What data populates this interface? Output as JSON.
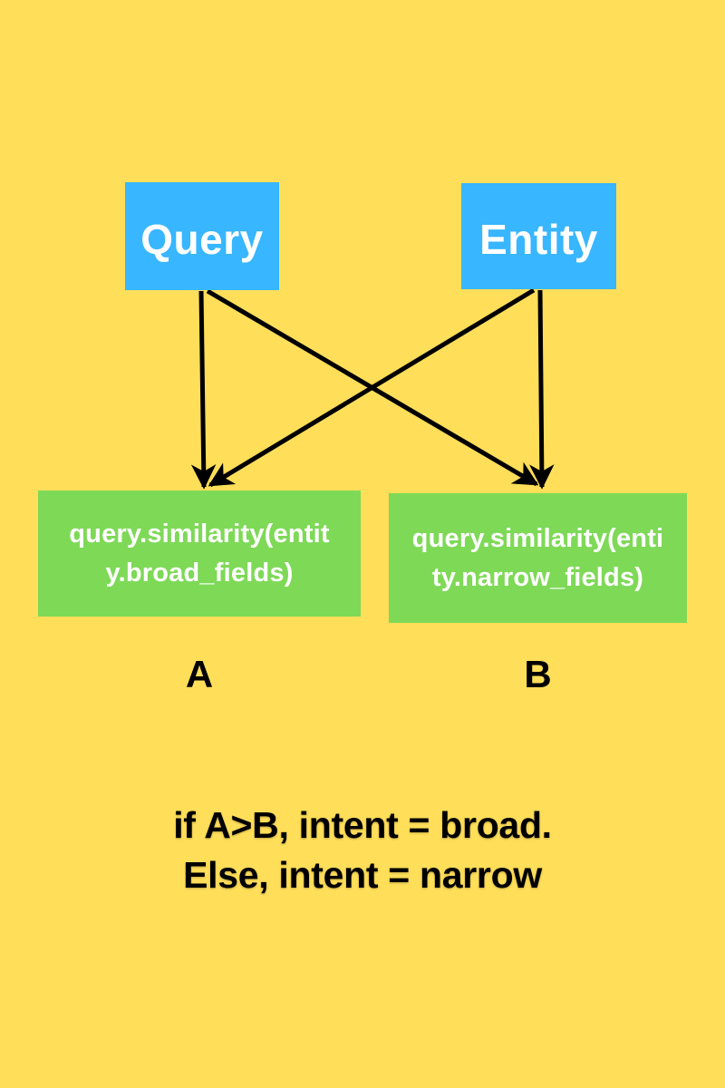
{
  "palette": {
    "background": "#FFDE59",
    "node_blue": "#38B6FF",
    "node_green": "#7ED957",
    "arrow_black": "#000000",
    "text_white": "#FFFFFF",
    "text_black": "#000000"
  },
  "nodes": {
    "query": {
      "label": "Query"
    },
    "entity": {
      "label": "Entity"
    },
    "broad": {
      "line1": "query.similarity(entit",
      "line2": "y.broad_fields)"
    },
    "narrow": {
      "line1": "query.similarity(enti",
      "line2": "ty.narrow_fields)"
    }
  },
  "result_labels": {
    "a": "A",
    "b": "B"
  },
  "arrows": [
    {
      "from": "query",
      "to": "broad"
    },
    {
      "from": "query",
      "to": "narrow"
    },
    {
      "from": "entity",
      "to": "broad"
    },
    {
      "from": "entity",
      "to": "narrow"
    }
  ],
  "caption": {
    "line1": "if A>B, intent = broad.",
    "line2": "Else, intent = narrow"
  }
}
